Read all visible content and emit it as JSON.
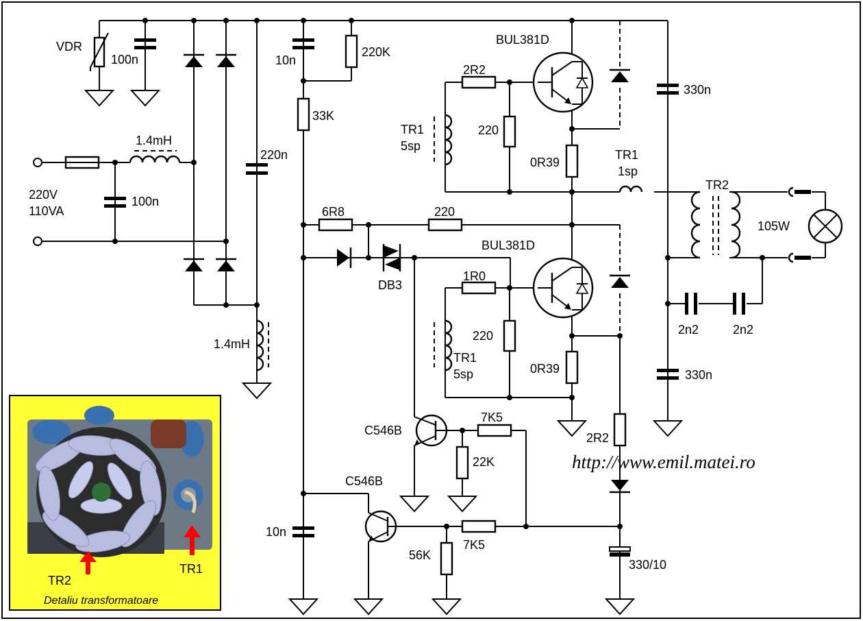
{
  "website_url": "http://www.emil.matei.ro",
  "labels": {
    "vdr": "VDR",
    "vdr_cap": "100n",
    "input_choke": "1.4mH",
    "mains_voltage": "220V",
    "mains_power": "110VA",
    "input_cap": "100n",
    "bus_cap": "220n",
    "bus_choke": "1.4mH",
    "cap_10n_top": "10n",
    "res_220k": "220K",
    "res_33k": "33K",
    "res_6r8": "6R8",
    "res_220_link": "220",
    "diac": "DB3",
    "transistor_top": "BUL381D",
    "transistor_bottom": "BUL381D",
    "res_2r2_top": "2R2",
    "res_220_top": "220",
    "res_0r39_top": "0R39",
    "tr1_top_name": "TR1",
    "tr1_top_turns": "5sp",
    "tr1_primary_name": "TR1",
    "tr1_primary_turns": "1sp",
    "tr2": "TR2",
    "lamp_power": "105W",
    "cap_330n_top": "330n",
    "cap_330n_bottom": "330n",
    "cap_2n2_left": "2n2",
    "cap_2n2_right": "2n2",
    "res_1r0": "1R0",
    "res_220_bottom": "220",
    "res_0r39_bottom": "0R39",
    "tr1_bottom_name": "TR1",
    "tr1_bottom_turns": "5sp",
    "q_upper": "C546B",
    "q_lower": "C546B",
    "res_7k5_upper": "7K5",
    "res_22k": "22K",
    "res_7k5_lower": "7K5",
    "res_56k": "56K",
    "cap_10n_bottom": "10n",
    "res_2r2_bottom": "2R2",
    "elco": "330/10"
  },
  "photo_inset": {
    "background": "#ffff33",
    "label_tr2": "TR2",
    "label_tr1": "TR1",
    "caption": "Detaliu transformatoare",
    "arrow_color": "#ff0000"
  }
}
